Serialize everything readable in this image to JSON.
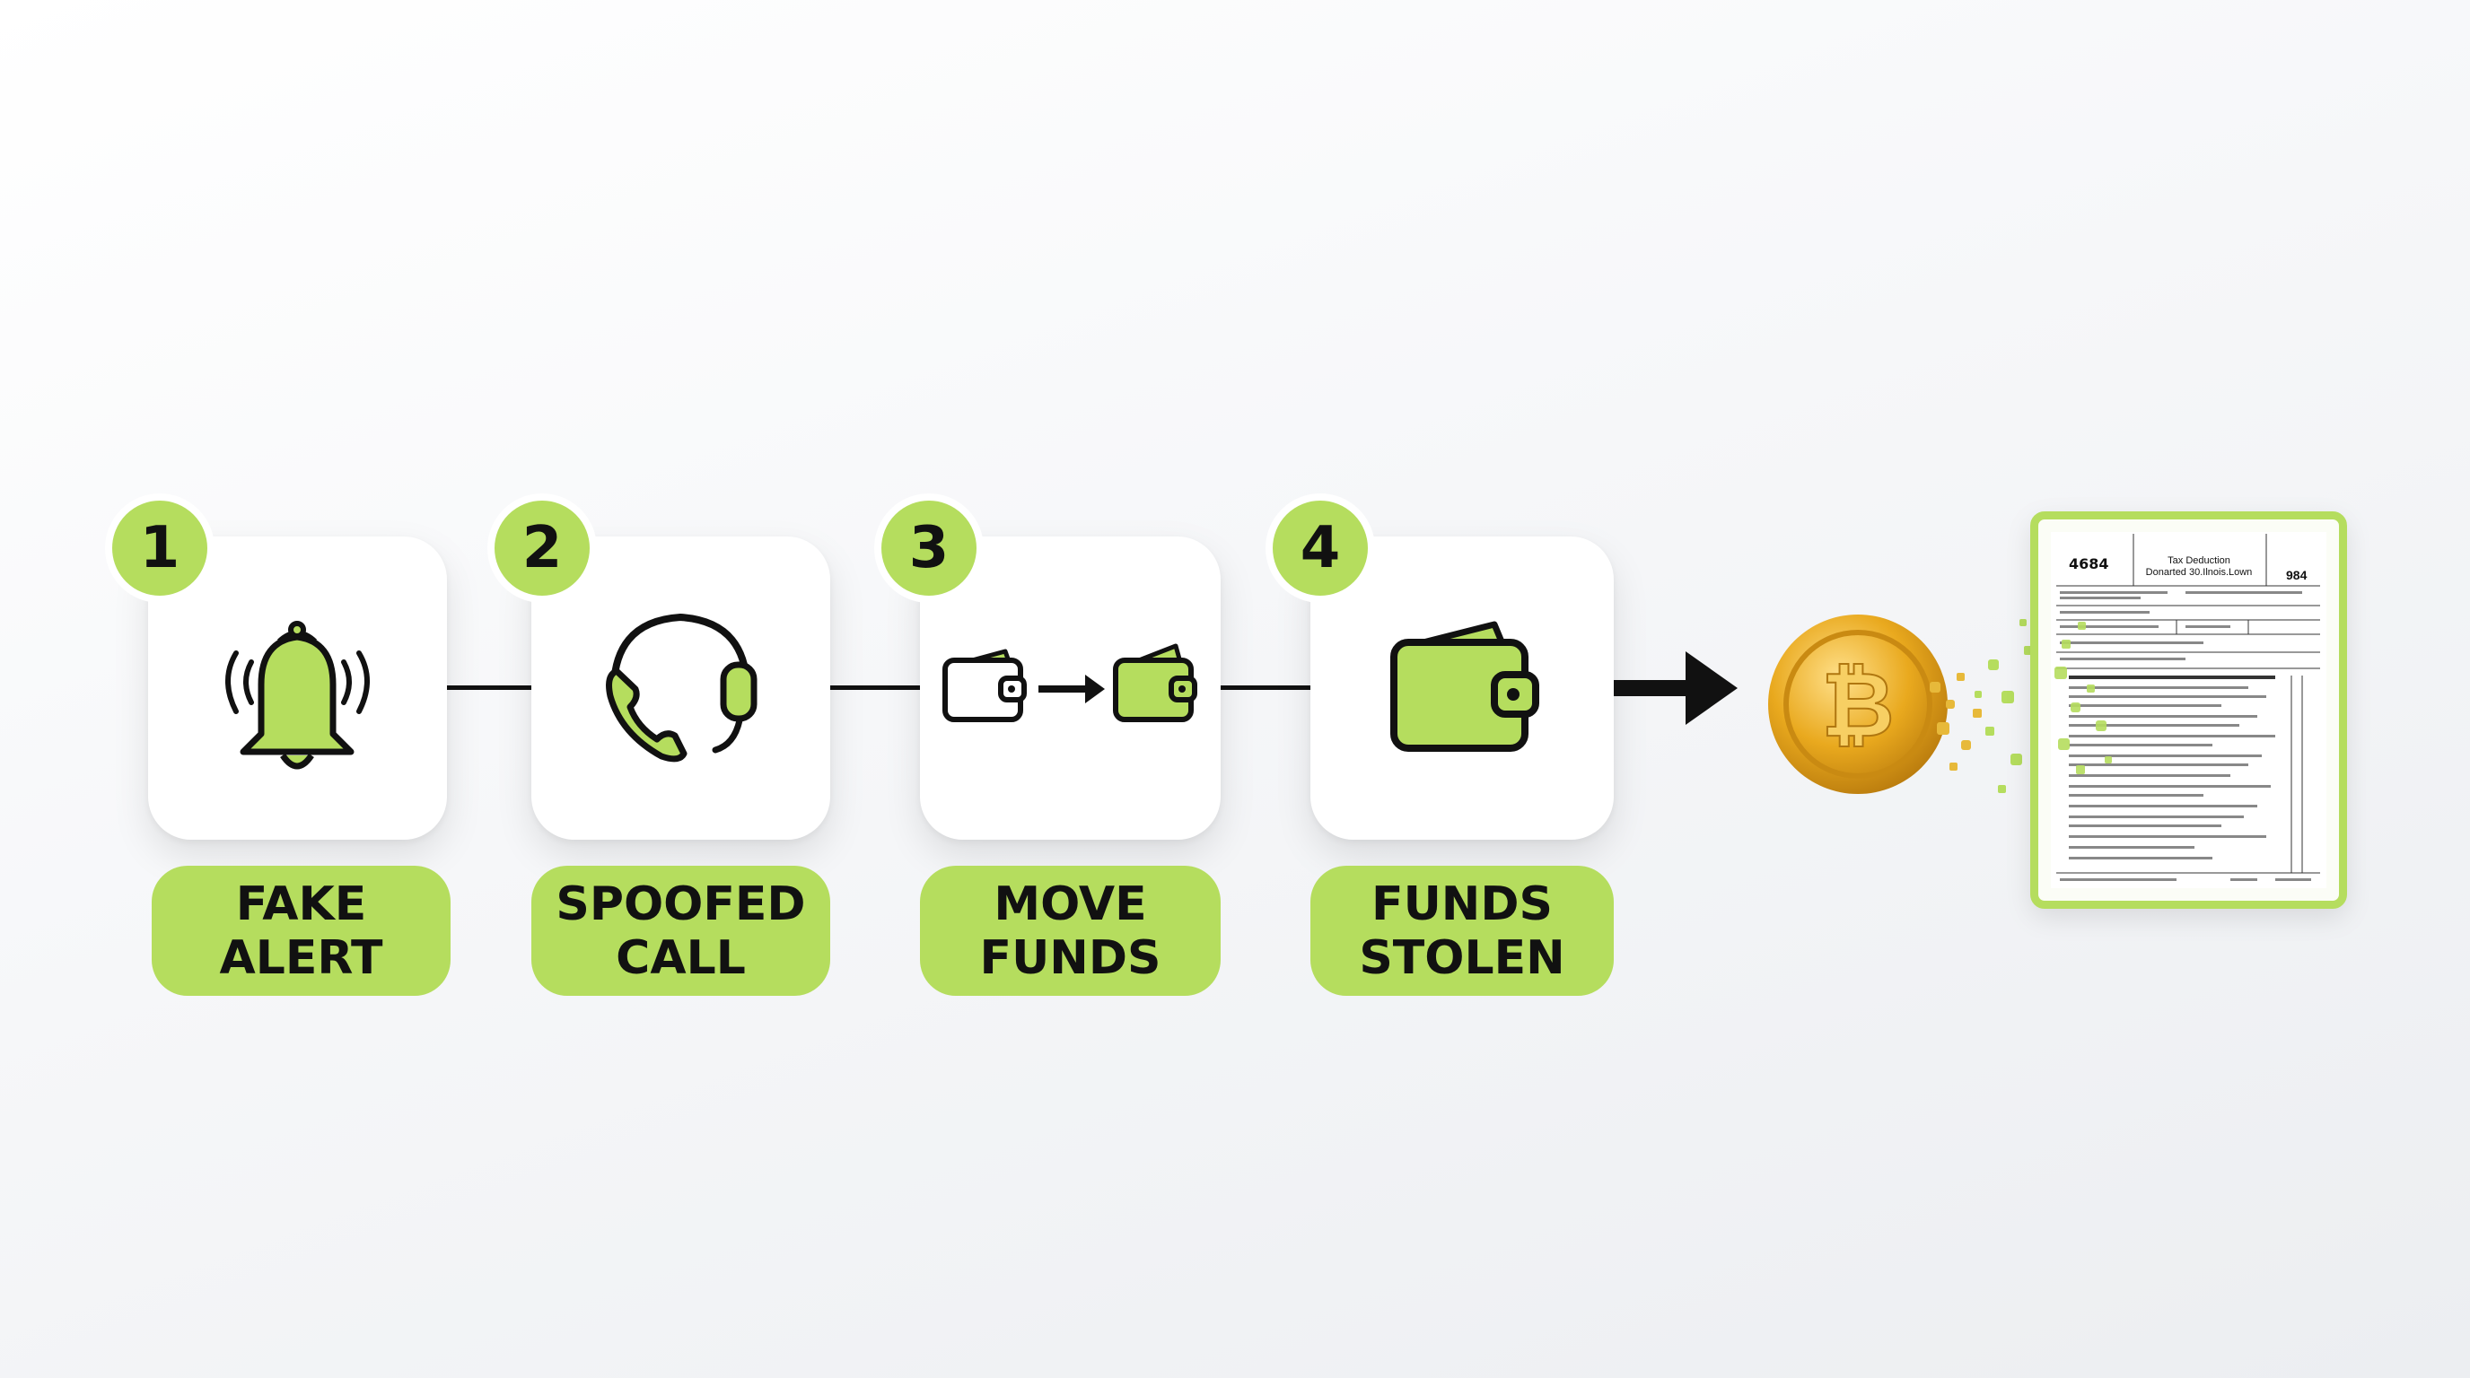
{
  "steps": [
    {
      "number": "1",
      "line1": "FAKE",
      "line2": "ALERT",
      "icon": "bell-icon"
    },
    {
      "number": "2",
      "line1": "SPOOFED",
      "line2": "CALL",
      "icon": "headset-phone-icon"
    },
    {
      "number": "3",
      "line1": "MOVE",
      "line2": "FUNDS",
      "icon": "wallet-transfer-icon"
    },
    {
      "number": "4",
      "line1": "FUNDS",
      "line2": "STOLEN",
      "icon": "wallet-icon"
    }
  ],
  "form": {
    "number": "4684",
    "title_line1": "Tax Deduction",
    "title_line2": "Donarted 30.Ilnois.Lown",
    "right_code": "984"
  },
  "colors": {
    "accent": "#b5dd5e",
    "ink": "#111111",
    "coin": "#e9a91e",
    "card": "#ffffff"
  }
}
